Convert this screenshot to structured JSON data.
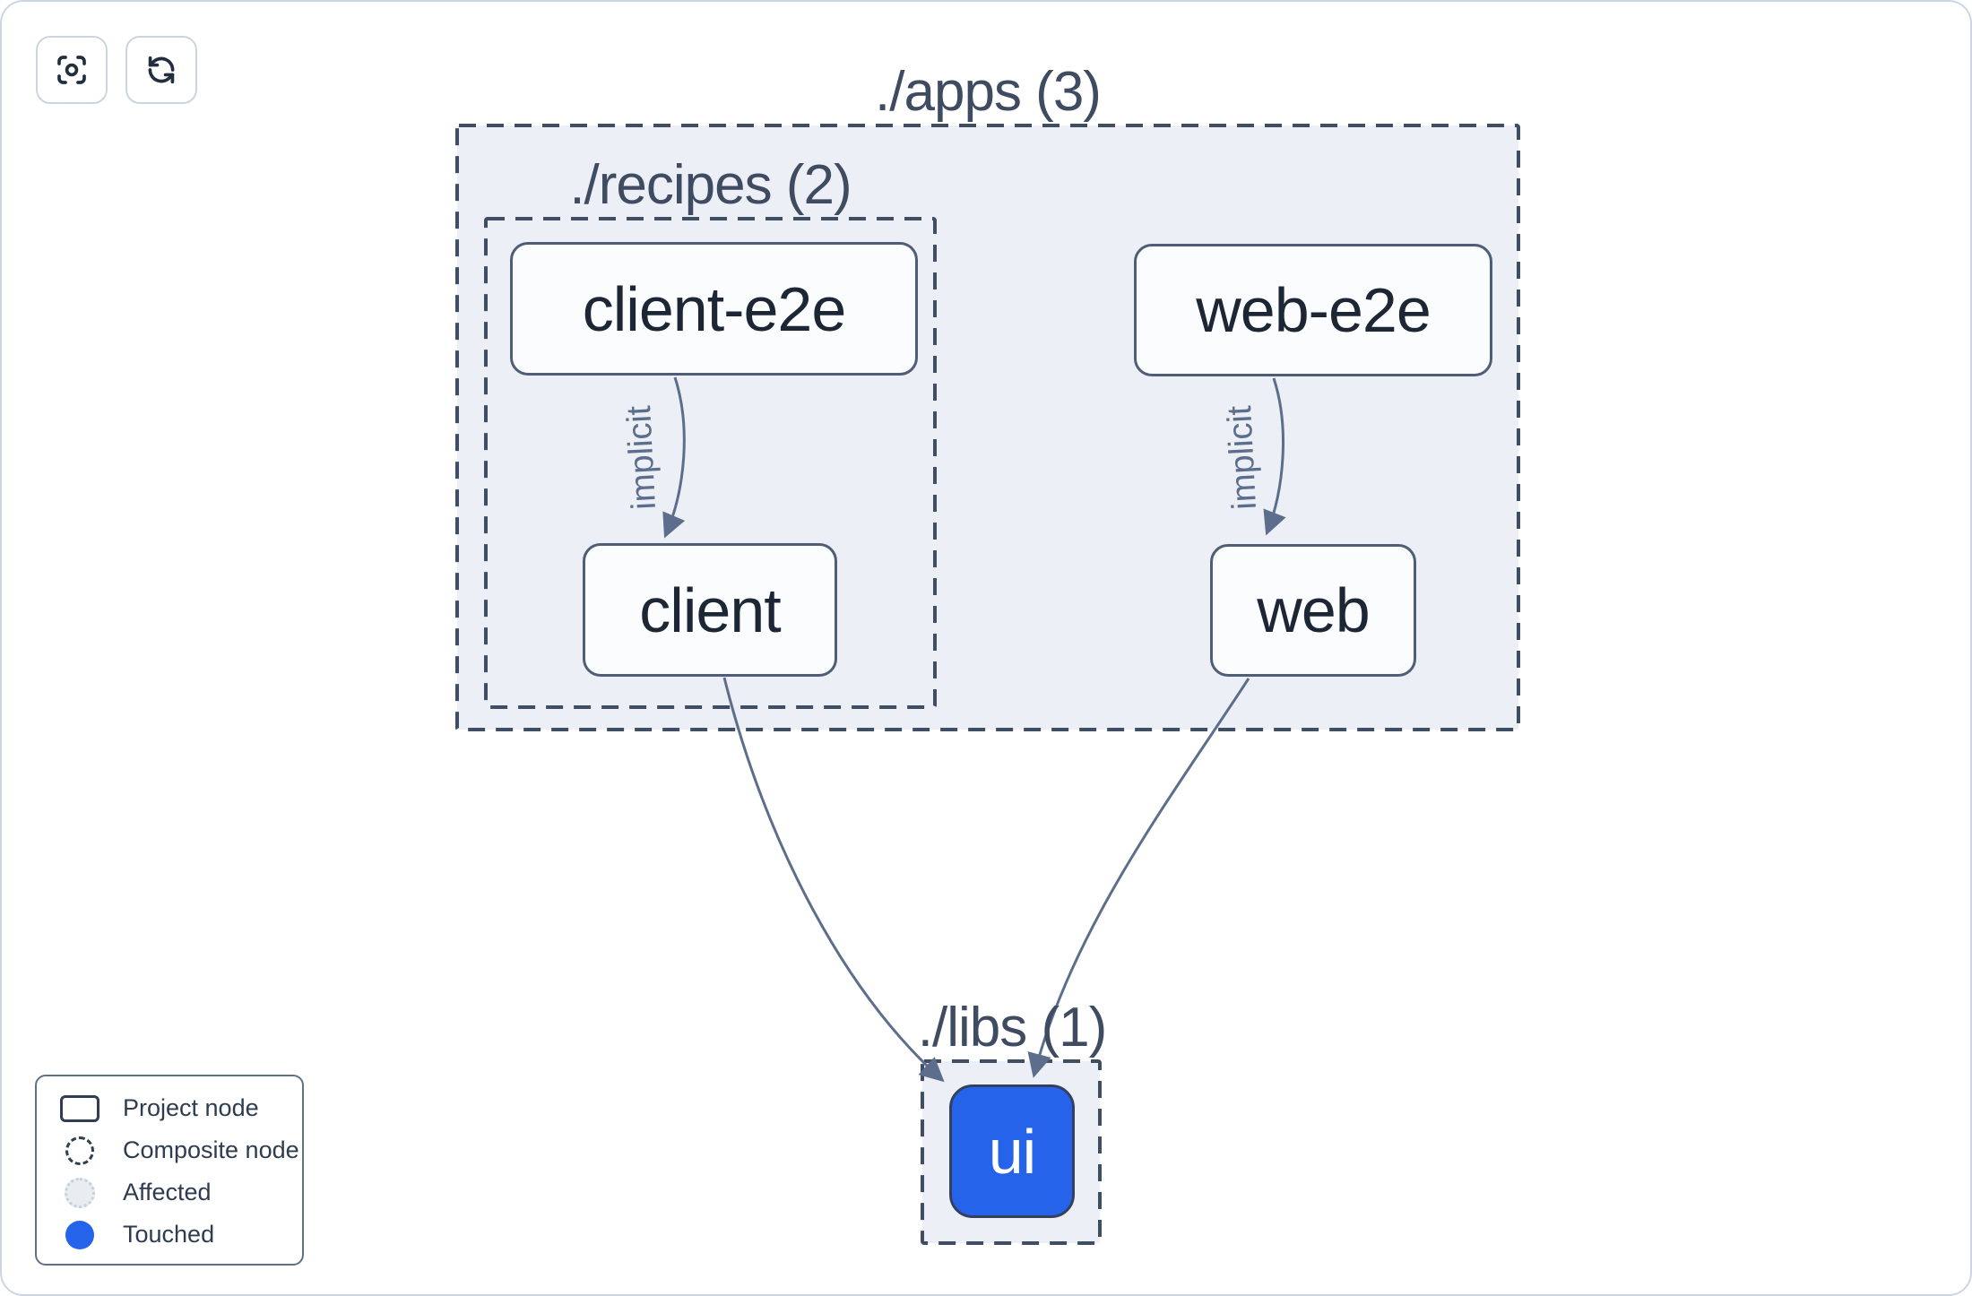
{
  "toolbar": {
    "buttons": [
      {
        "name": "focus",
        "icon": "crosshair-focus-icon"
      },
      {
        "name": "refresh",
        "icon": "refresh-icon"
      }
    ]
  },
  "graph": {
    "groups": [
      {
        "id": "apps",
        "label": "./apps (3)"
      },
      {
        "id": "recipes",
        "label": "./recipes (2)"
      },
      {
        "id": "libs",
        "label": "./libs (1)"
      }
    ],
    "nodes": [
      {
        "id": "client-e2e",
        "label": "client-e2e",
        "state": "normal"
      },
      {
        "id": "client",
        "label": "client",
        "state": "normal"
      },
      {
        "id": "web-e2e",
        "label": "web-e2e",
        "state": "normal"
      },
      {
        "id": "web",
        "label": "web",
        "state": "normal"
      },
      {
        "id": "ui",
        "label": "ui",
        "state": "touched"
      }
    ],
    "edges": [
      {
        "from": "client-e2e",
        "to": "client",
        "label": "implicit"
      },
      {
        "from": "web-e2e",
        "to": "web",
        "label": "implicit"
      },
      {
        "from": "client",
        "to": "ui",
        "label": ""
      },
      {
        "from": "web",
        "to": "ui",
        "label": ""
      }
    ]
  },
  "legend": {
    "items": [
      {
        "label": "Project node",
        "swatch": "project-node"
      },
      {
        "label": "Composite node",
        "swatch": "composite-node"
      },
      {
        "label": "Affected",
        "swatch": "affected"
      },
      {
        "label": "Touched",
        "swatch": "touched"
      }
    ]
  },
  "colors": {
    "touched_blue": "#2563eb",
    "container_fill": "#eceff5",
    "dashed_border": "#3f4e63",
    "node_border": "#4f5e76",
    "node_fill": "#fbfcfe",
    "edge": "#5c6e8c",
    "label_text": "#3e4b60",
    "node_text": "#1d2634"
  }
}
